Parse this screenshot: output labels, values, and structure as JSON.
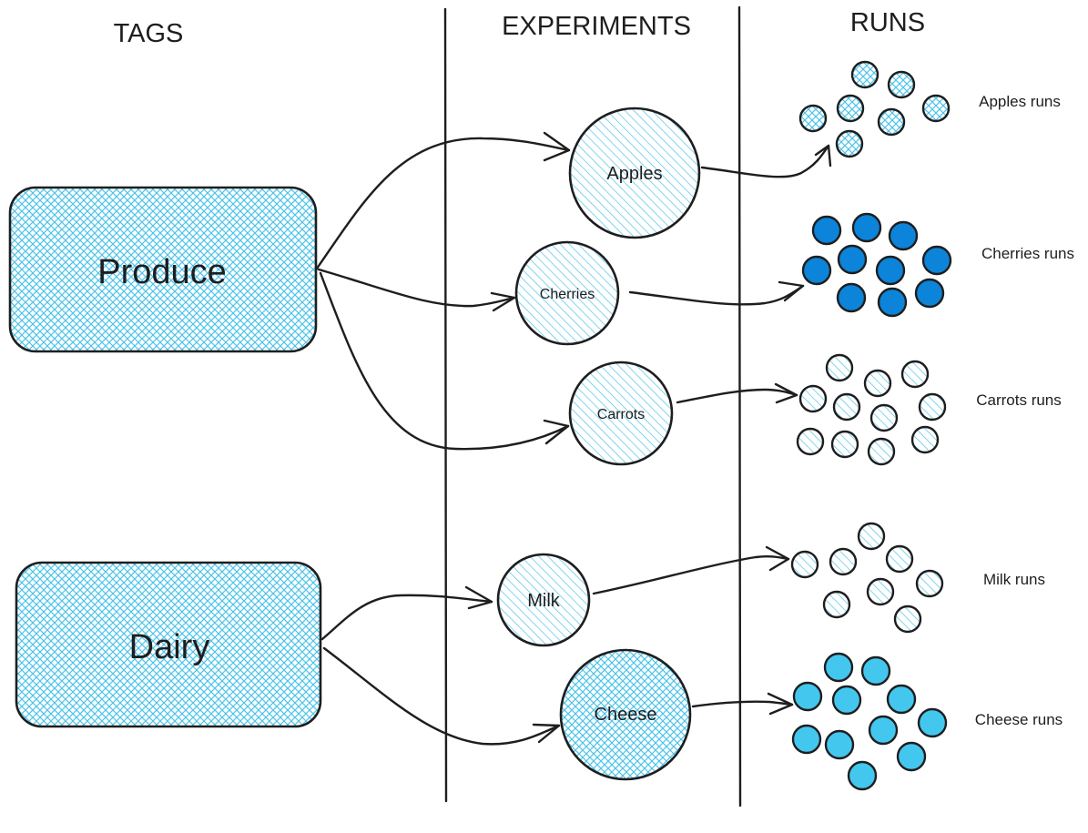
{
  "headers": {
    "tags": "TAGS",
    "experiments": "EXPERIMENTS",
    "runs": "RUNS"
  },
  "colors": {
    "hatch": "#4dc3ea",
    "fill_dark": "#0b84d9",
    "fill_light": "#43c7ef",
    "stroke": "#1e1e1e"
  },
  "tags": [
    {
      "id": "produce",
      "label": "Produce"
    },
    {
      "id": "dairy",
      "label": "Dairy"
    }
  ],
  "experiments": [
    {
      "id": "apples",
      "label": "Apples",
      "tag": "produce"
    },
    {
      "id": "cherries",
      "label": "Cherries",
      "tag": "produce"
    },
    {
      "id": "carrots",
      "label": "Carrots",
      "tag": "produce"
    },
    {
      "id": "milk",
      "label": "Milk",
      "tag": "dairy"
    },
    {
      "id": "cheese",
      "label": "Cheese",
      "tag": "dairy"
    }
  ],
  "run_groups": [
    {
      "id": "apples-runs",
      "label": "Apples runs",
      "experiment": "apples",
      "style": "hatch"
    },
    {
      "id": "cherries-runs",
      "label": "Cherries runs",
      "experiment": "cherries",
      "style": "solid-dark"
    },
    {
      "id": "carrots-runs",
      "label": "Carrots runs",
      "experiment": "carrots",
      "style": "hatch"
    },
    {
      "id": "milk-runs",
      "label": "Milk runs",
      "experiment": "milk",
      "style": "hatch"
    },
    {
      "id": "cheese-runs",
      "label": "Cheese runs",
      "experiment": "cheese",
      "style": "solid-light"
    }
  ]
}
